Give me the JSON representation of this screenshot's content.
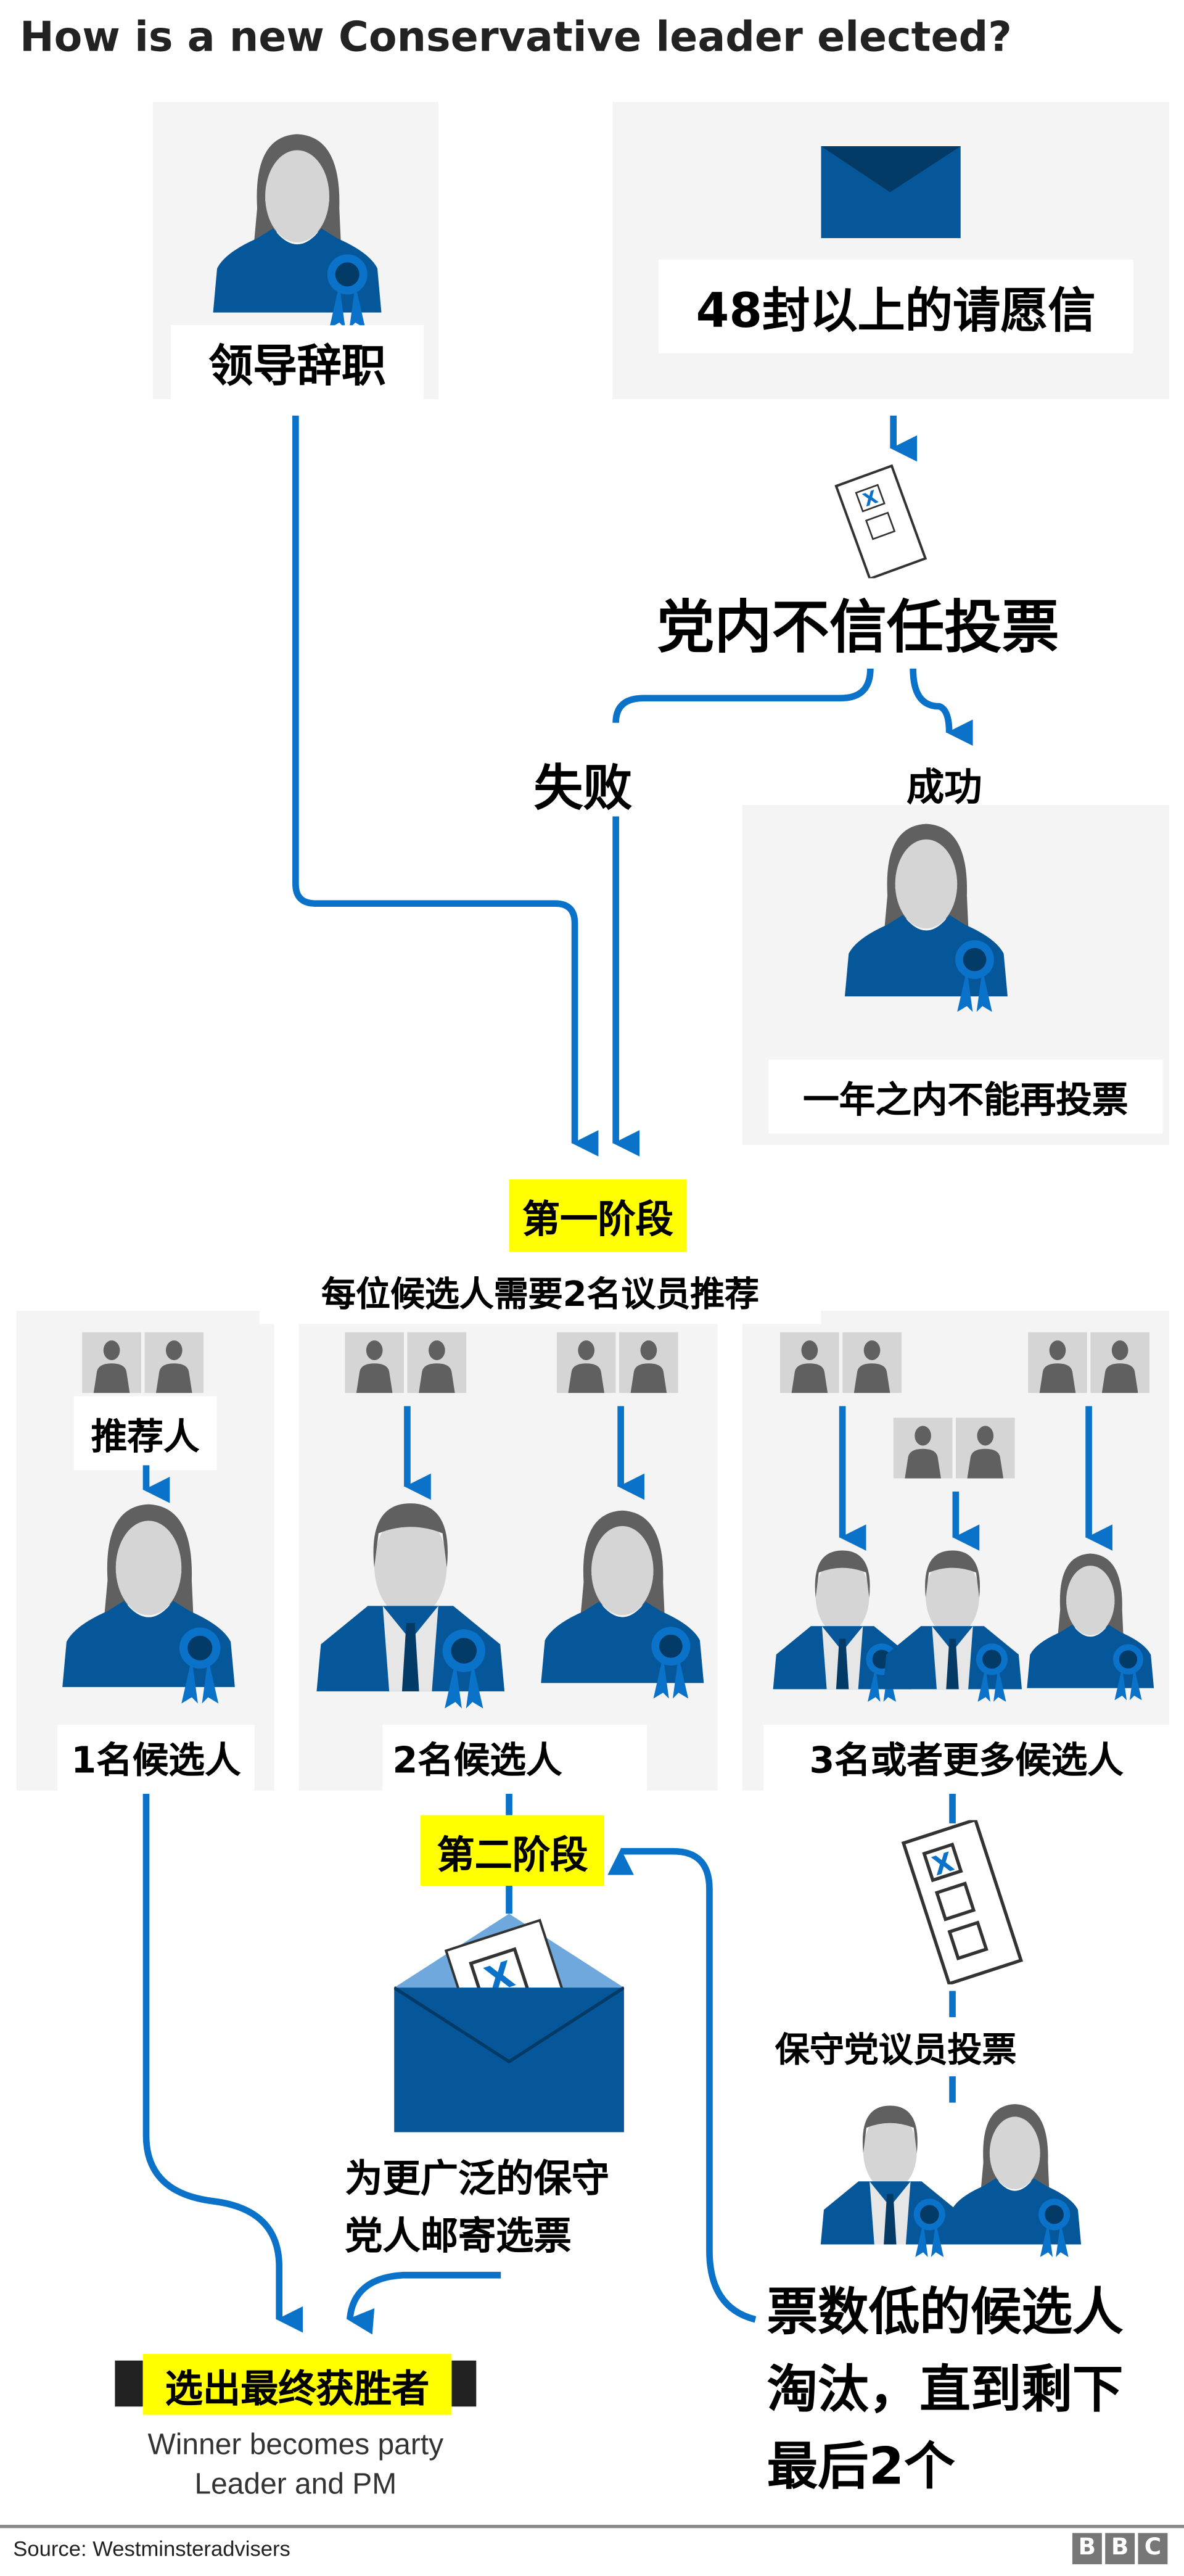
{
  "title": "How is a new Conservative leader elected?",
  "triggers": {
    "resignation": "领导辞职",
    "letters": "48封以上的请愿信"
  },
  "confidence_vote": {
    "label": "党内不信任投票",
    "fail": "失败",
    "success": "成功",
    "success_result": "一年之内不能再投票"
  },
  "stage_one": {
    "label": "第一阶段",
    "requirement": "每位候选人需要2名议员推荐",
    "nominators": "推荐人",
    "one_candidate": "1名候选人",
    "two_candidates": "2名候选人",
    "three_plus": "3名或者更多候选人"
  },
  "stage_two": {
    "label": "第二阶段",
    "postal_line1": "为更广泛的保守",
    "postal_line2": "党人邮寄选票",
    "mp_vote": "保守党议员投票",
    "elimination_line1": "票数低的候选人",
    "elimination_line2": "淘汰，直到剩下",
    "elimination_line3": "最后2个"
  },
  "result": {
    "label": "选出最终获胜者",
    "caption_line1": "Winner becomes party",
    "caption_line2": "Leader and PM"
  },
  "footer": {
    "source": "Source: Westminsteradvisers",
    "logo": "BBC"
  },
  "colors": {
    "arrow": "#0a72c8",
    "clothing": "#05579a",
    "dark_blue": "#033a66",
    "highlight": "#ffff00",
    "panel": "#f4f4f4"
  }
}
